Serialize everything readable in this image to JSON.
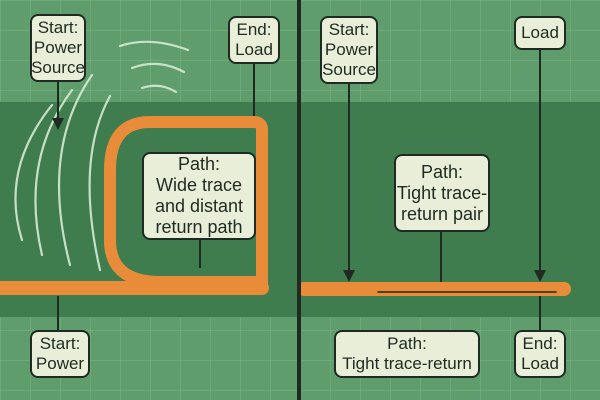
{
  "left_panel": {
    "start_top": [
      "Start:",
      "Power",
      "Source"
    ],
    "end_top": [
      "End:",
      "Load"
    ],
    "path": [
      "Path:",
      "Wide trace",
      "and distant",
      "return path"
    ],
    "start_bottom": [
      "Start:",
      "Power"
    ]
  },
  "right_panel": {
    "start_top": [
      "Start:",
      "Power",
      "Source"
    ],
    "load_top": [
      "Load"
    ],
    "path": [
      "Path:",
      "Tight trace-",
      "return pair"
    ],
    "path_bottom": [
      "Path:",
      "Tight trace-return"
    ],
    "end_bottom": [
      "End:",
      "Load"
    ]
  },
  "colors": {
    "background": "#5f9e6c",
    "board_band": "#3f7c4e",
    "trace": "#e98c3a",
    "label_fill": "#e8eed8",
    "ink": "#1f2a22"
  }
}
